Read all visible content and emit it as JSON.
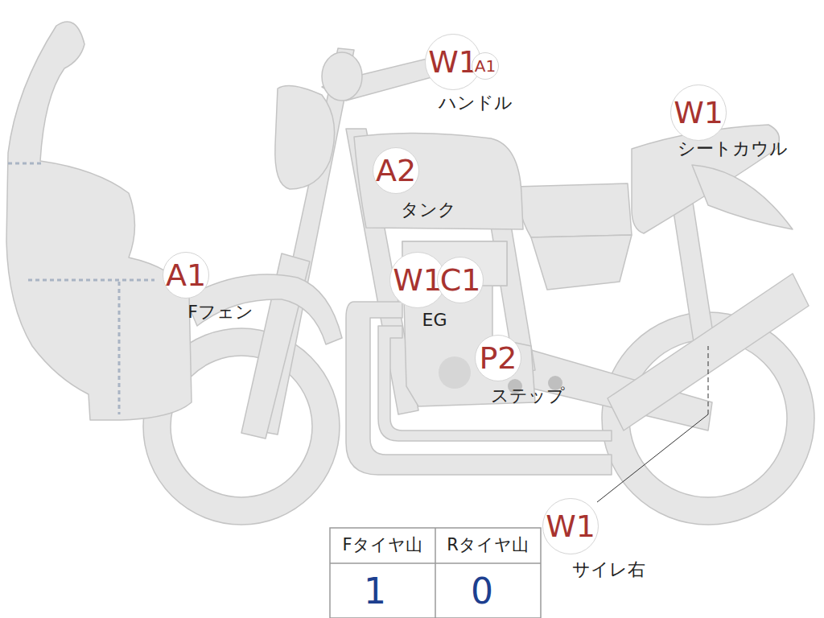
{
  "diagram": {
    "nodes": [
      {
        "text": [
          "W1"
        ]
      },
      {
        "text": [
          "A1"
        ]
      },
      {
        "text": [
          "W1"
        ]
      },
      {
        "text": [
          "A2"
        ]
      },
      {
        "text": [
          "A1"
        ]
      },
      {
        "text": [
          "W1"
        ]
      },
      {
        "text": [
          "C1"
        ]
      },
      {
        "text": [
          "P2"
        ]
      },
      {
        "text": [
          "W1"
        ]
      }
    ],
    "labels": [
      "ハンドル",
      "シートカウル",
      "タンク",
      "Fフェン",
      "EG",
      "ステップ",
      "サイレ右",
      "Fタイヤ山",
      "Rタイヤ山",
      "1",
      "0"
    ]
  }
}
